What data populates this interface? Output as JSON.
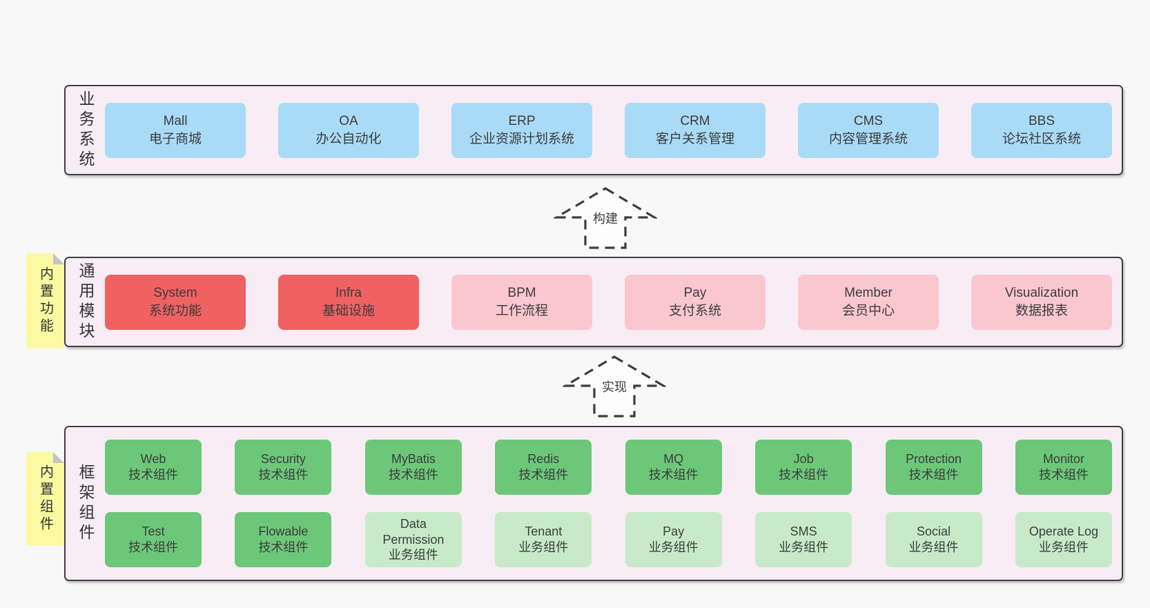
{
  "colors": {
    "page_bg": "#f8f8f8",
    "panel_bg": "#f8edf5",
    "panel_border": "#3f3f3f",
    "box_blue": "#a9dbf6",
    "box_red": "#f06161",
    "box_pink": "#fbc7cf",
    "box_green": "#6cc878",
    "box_lightgreen": "#c8eac8",
    "sticky_yellow": "#fbfaa2"
  },
  "arrows": [
    {
      "label": "构建"
    },
    {
      "label": "实现"
    }
  ],
  "layers": [
    {
      "label": "业务系统",
      "boxes": [
        {
          "name": "Mall",
          "desc": "电子商城"
        },
        {
          "name": "OA",
          "desc": "办公自动化"
        },
        {
          "name": "ERP",
          "desc": "企业资源计划系统"
        },
        {
          "name": "CRM",
          "desc": "客户关系管理"
        },
        {
          "name": "CMS",
          "desc": "内容管理系统"
        },
        {
          "name": "BBS",
          "desc": "论坛社区系统"
        }
      ]
    },
    {
      "label": "通用模块",
      "sticky": "内置功能",
      "boxes": [
        {
          "name": "System",
          "desc": "系统功能"
        },
        {
          "name": "Infra",
          "desc": "基础设施"
        },
        {
          "name": "BPM",
          "desc": "工作流程"
        },
        {
          "name": "Pay",
          "desc": "支付系统"
        },
        {
          "name": "Member",
          "desc": "会员中心"
        },
        {
          "name": "Visualization",
          "desc": "数据报表"
        }
      ]
    },
    {
      "label": "框架组件",
      "sticky": "内置组件",
      "rows": [
        [
          {
            "name": "Web",
            "desc": "技术组件"
          },
          {
            "name": "Security",
            "desc": "技术组件"
          },
          {
            "name": "MyBatis",
            "desc": "技术组件"
          },
          {
            "name": "Redis",
            "desc": "技术组件"
          },
          {
            "name": "MQ",
            "desc": "技术组件"
          },
          {
            "name": "Job",
            "desc": "技术组件"
          },
          {
            "name": "Protection",
            "desc": "技术组件"
          },
          {
            "name": "Monitor",
            "desc": "技术组件"
          }
        ],
        [
          {
            "name": "Test",
            "desc": "技术组件"
          },
          {
            "name": "Flowable",
            "desc": "技术组件"
          },
          {
            "name": "Data Permission",
            "desc": "业务组件"
          },
          {
            "name": "Tenant",
            "desc": "业务组件"
          },
          {
            "name": "Pay",
            "desc": "业务组件"
          },
          {
            "name": "SMS",
            "desc": "业务组件"
          },
          {
            "name": "Social",
            "desc": "业务组件"
          },
          {
            "name": "Operate Log",
            "desc": "业务组件"
          }
        ]
      ]
    }
  ]
}
